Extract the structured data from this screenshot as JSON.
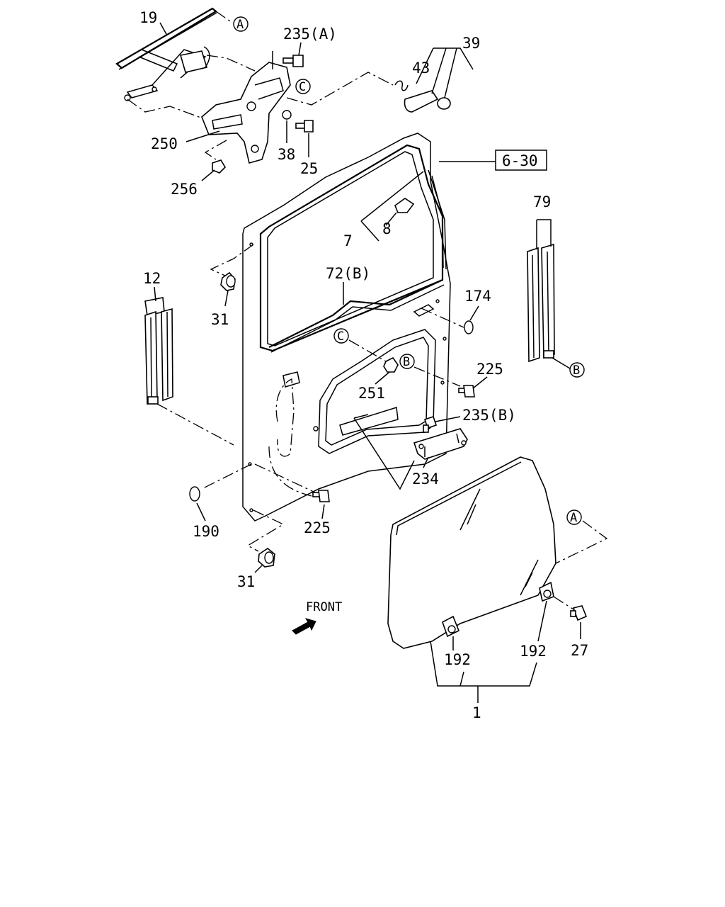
{
  "labels": {
    "p19": "19",
    "p235a": "235(A)",
    "p43": "43",
    "p39": "39",
    "p250": "250",
    "p38": "38",
    "p25": "25",
    "p256": "256",
    "ref630": "6-30",
    "p7": "7",
    "p8": "8",
    "p79": "79",
    "p12": "12",
    "p72b": "72(B)",
    "p174": "174",
    "p31a": "31",
    "p251": "251",
    "p225a": "225",
    "p235b": "235(B)",
    "p234": "234",
    "p190": "190",
    "p225b": "225",
    "p31b": "31",
    "front": "FRONT",
    "p192a": "192",
    "p192b": "192",
    "p27": "27",
    "p1": "1"
  },
  "markers": {
    "A": "A",
    "B": "B",
    "C": "C"
  },
  "icons": {
    "front_arrow": "front-arrow-icon"
  }
}
